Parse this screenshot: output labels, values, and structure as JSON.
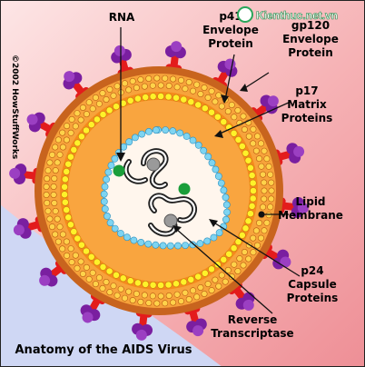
{
  "title": "Anatomy of the AIDS Virus",
  "copyright": "©2002 HowStuffWorks",
  "watermark": "Kienthuc.net.vn",
  "labels": {
    "rna": "RNA",
    "p41": [
      "p41",
      "Envelope",
      "Protein"
    ],
    "gp120": [
      "gp120",
      "Envelope",
      "Protein"
    ],
    "p17": [
      "p17",
      "Matrix",
      "Proteins"
    ],
    "lipid": [
      "Lipid",
      "Membrane"
    ],
    "p24": [
      "p24",
      "Capsule",
      "Proteins"
    ],
    "rt": [
      "Reverse",
      "Transcriptase"
    ]
  },
  "colors": {
    "background_pink": "#f6b3b6",
    "background_blue": "#cfd7f4",
    "outer_membrane": "#c8641e",
    "membrane_band": "#f7a33b",
    "matrix_beads": "#fff229",
    "matrix_fill": "#f58a1c",
    "capsid_fill": "#fff6ed",
    "capsid_beads": "#7ed4f1",
    "gp120": "#7a1fa0",
    "p41": "#e31c1c",
    "enzyme": "#9a9a9a",
    "green_dot": "#1a9e3a"
  }
}
